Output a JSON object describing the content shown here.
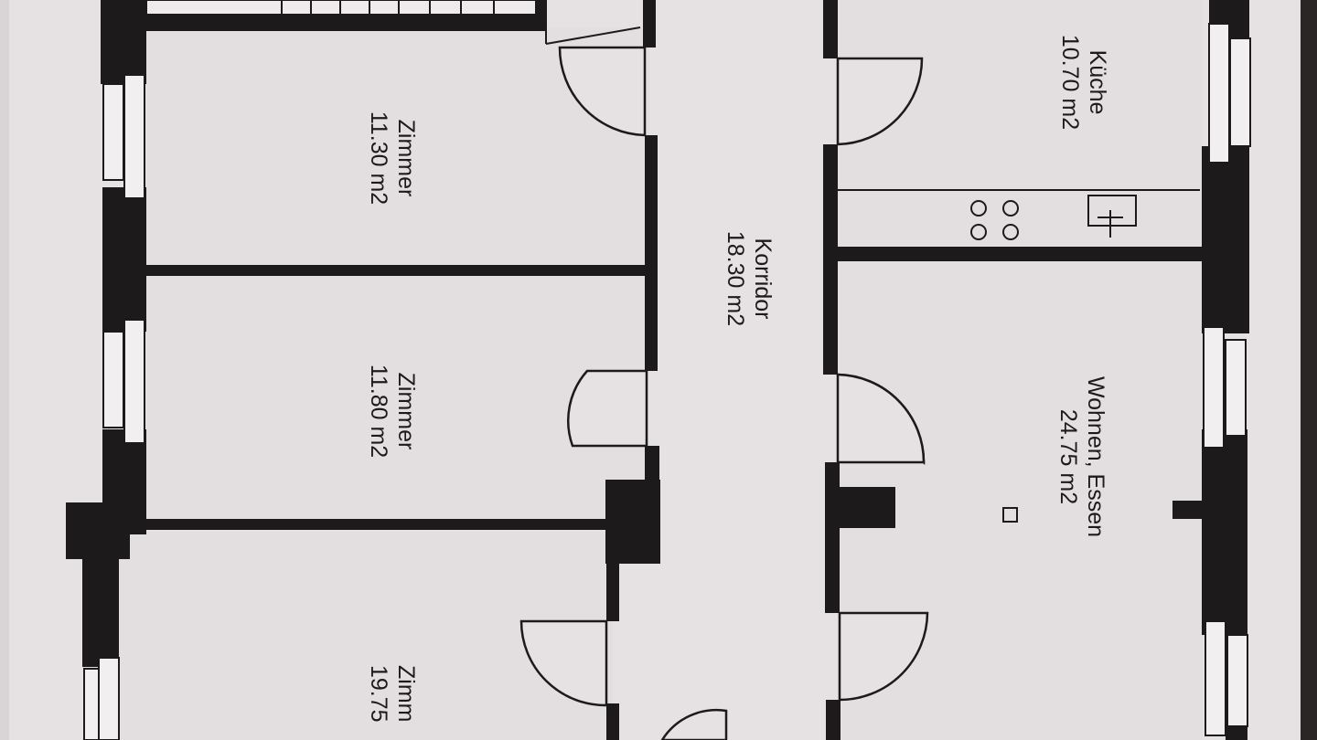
{
  "rooms": [
    {
      "id": "kueche",
      "name": "Küche",
      "area": "10.70 m2"
    },
    {
      "id": "zimmer1",
      "name": "Zimmer",
      "area": "11.30 m2"
    },
    {
      "id": "korridor",
      "name": "Korridor",
      "area": "18.30 m2"
    },
    {
      "id": "zimmer2",
      "name": "Zimmer",
      "area": "11.80 m2"
    },
    {
      "id": "wohnen",
      "name": "Wohnen, Essen",
      "area": "24.75 m2"
    },
    {
      "id": "zimmer3",
      "name": "Zimm",
      "area": "19.75"
    }
  ],
  "colors": {
    "paper": "#e6e1e3",
    "wall": "#1c1a1b",
    "background": "#d9d4d6"
  }
}
